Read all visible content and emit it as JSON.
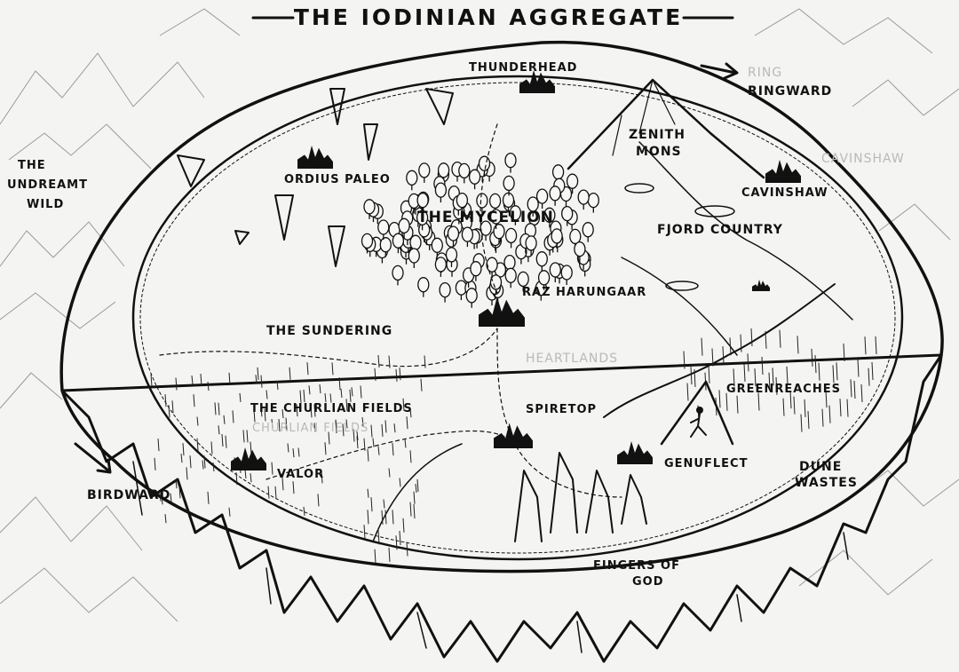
{
  "title": "THE IODINIAN AGGREGATE",
  "directions": {
    "ringward_faint": "RING",
    "ringward": "RINGWARD",
    "birdward": "BIRDWARD"
  },
  "regions": {
    "undreamt_wild": [
      "THE",
      "UNDREAMT",
      "WILD"
    ],
    "mycelion": "THE MYCELION",
    "sundering": "THE SUNDERING",
    "churlian_fields": "THE CHURLIAN FIELDS",
    "churlian_fields_faint": "CHURLIAN FIELDS",
    "fjord_country": "FJORD COUNTRY",
    "heartlands_faint": "HEARTLANDS",
    "greenreaches": "GREENREACHES",
    "dune_wastes": [
      "DUNE",
      "WASTES"
    ],
    "fingers_of_god": [
      "FINGERS OF",
      "GOD"
    ],
    "zenith_mons": [
      "ZENITH",
      "MONS"
    ]
  },
  "places": {
    "thunderhead": "THUNDERHEAD",
    "ordius_paleo": "ORDIUS PALEO",
    "cavinshaw": "CAVINSHAW",
    "cavinshaw_faint": "CAVINSHAW",
    "raz_harungaar": "RAZ HARUNGAAR",
    "spiretop": "SPIRETOP",
    "valor": "VALOR",
    "genuflect": "GENUFLECT"
  }
}
